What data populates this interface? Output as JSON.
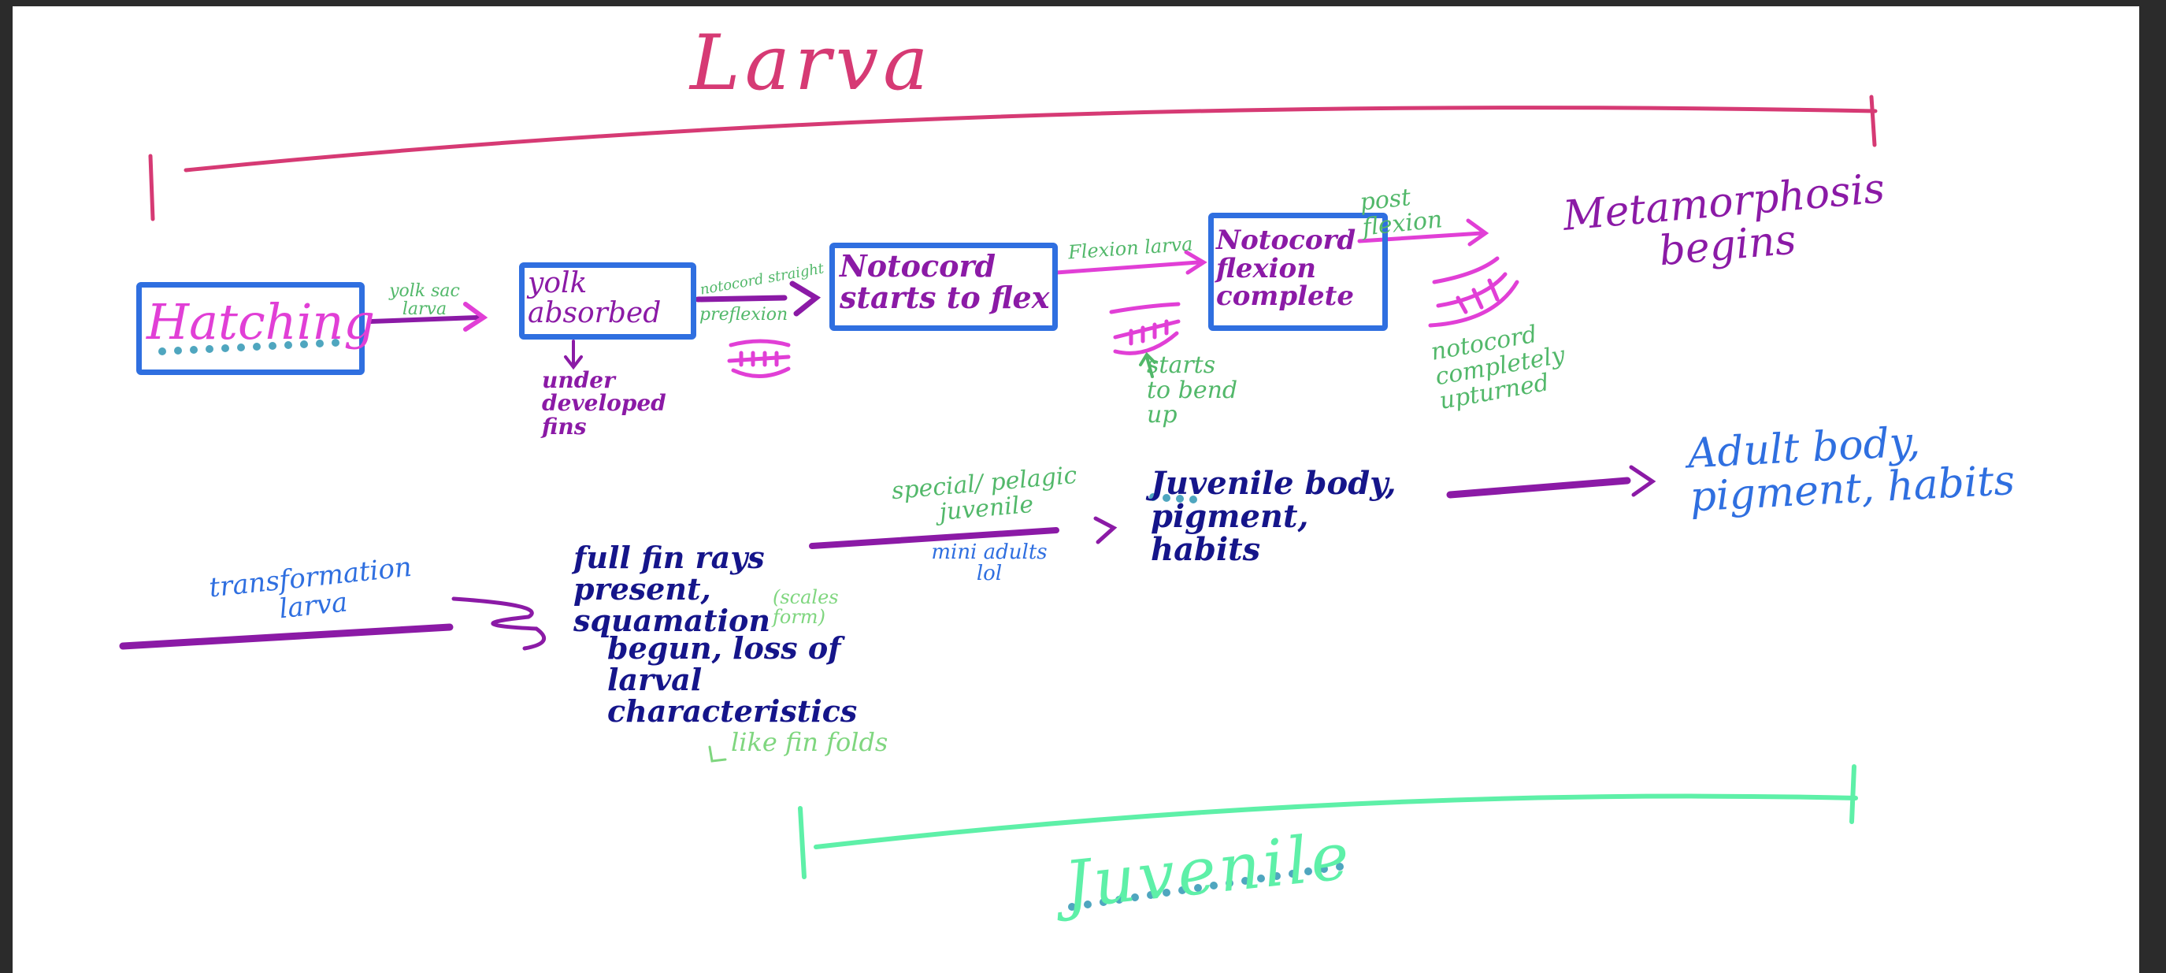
{
  "colors": {
    "larva": "#d63a74",
    "box": "#2f6fe0",
    "magenta": "#e13fd6",
    "purple": "#8b1aa6",
    "green": "#52b86a",
    "blue": "#2f6fe0",
    "navy": "#15158a",
    "mint": "#5ef0a8",
    "teal_dots": "#4fa6bf",
    "light_green": "#7fd67f"
  },
  "larva_label": "Larva",
  "juvenile_label": "Juvenile",
  "stages": {
    "hatching": "Hatching",
    "yolk_absorbed": "yolk absorbed",
    "notocord_starts": "Notocord starts to flex",
    "notocord_complete": "Notocord flexion complete"
  },
  "arrow_labels": {
    "yolk_sac_larva": "yolk sac larva",
    "notocord_straight": "notocord straight",
    "preflexion": "preflexion",
    "flexion_larva": "Flexion larva",
    "post_flexion": "post flexion"
  },
  "notes": {
    "under_developed_fins": "under developed fins",
    "starts_to_bend_up": "starts to bend up",
    "notocord_completely_upturned": "notocord completely upturned",
    "metamorphosis_begins": "Metamorphosis begins",
    "transformation_larva": "transformation larva",
    "full_fin_rays": "full fin rays present, squamation",
    "scales_form": "(scales form)",
    "begun_loss": "begun, loss of larval characteristics",
    "like_fin_folds": "like fin folds",
    "special_pelagic_juvenile": "special/ pelagic juvenile",
    "mini_adults": "mini adults lol",
    "juvenile_body": "Juvenile body, pigment, habits",
    "adult_body": "Adult body, pigment, habits"
  }
}
